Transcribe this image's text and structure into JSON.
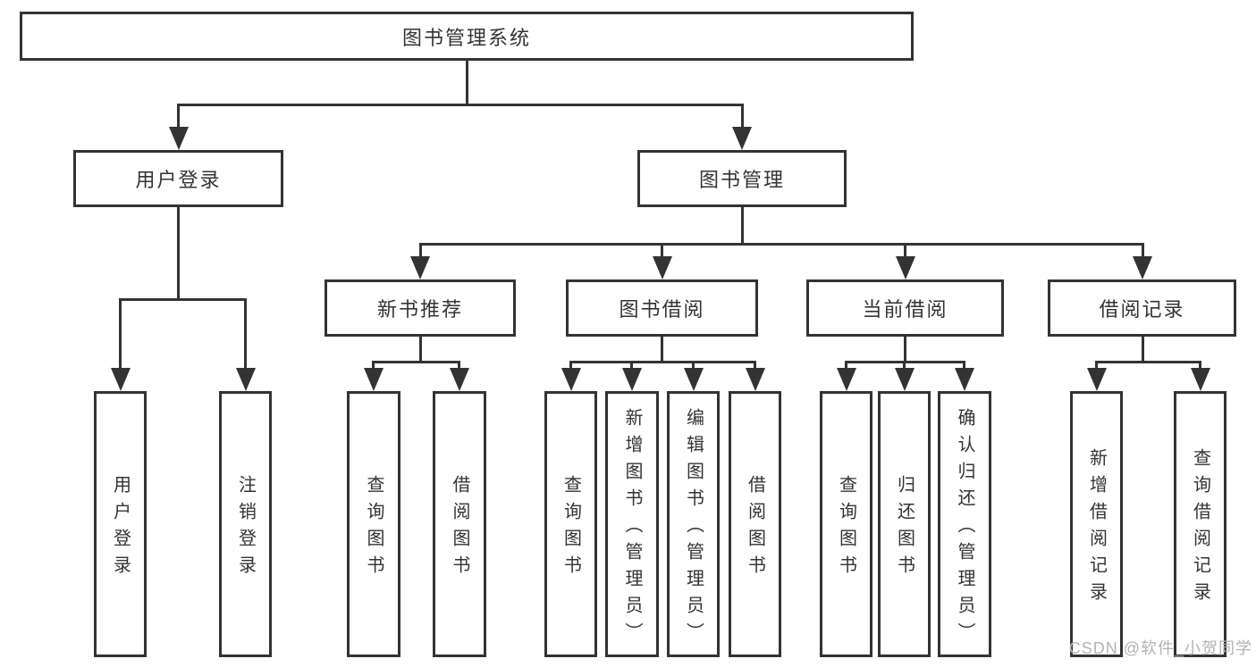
{
  "diagram": {
    "title": "图书管理系统",
    "watermark": "CSDN @软件_小贺同学",
    "colors": {
      "line": "#333333",
      "text": "#333333",
      "watermark": "#b3b3b3",
      "background": "#ffffff"
    },
    "nodes": {
      "root": {
        "label": "图书管理系统"
      },
      "user_login": {
        "label": "用户登录"
      },
      "book_mgmt": {
        "label": "图书管理"
      },
      "new_book_rec": {
        "label": "新书推荐"
      },
      "book_borrow": {
        "label": "图书借阅"
      },
      "current_borrow": {
        "label": "当前借阅"
      },
      "borrow_records": {
        "label": "借阅记录"
      },
      "leaf_user_login": {
        "label": "用户登录"
      },
      "leaf_logout": {
        "label": "注销登录"
      },
      "leaf_nb_query": {
        "label": "查询图书"
      },
      "leaf_nb_borrow": {
        "label": "借阅图书"
      },
      "leaf_bb_query": {
        "label": "查询图书"
      },
      "leaf_bb_add": {
        "label": "新增图书（管理员）"
      },
      "leaf_bb_edit": {
        "label": "编辑图书（管理员）"
      },
      "leaf_bb_borrow": {
        "label": "借阅图书"
      },
      "leaf_cb_query": {
        "label": "查询图书"
      },
      "leaf_cb_return": {
        "label": "归还图书"
      },
      "leaf_cb_confirm": {
        "label": "确认归还（管理员）"
      },
      "leaf_br_add": {
        "label": "新增借阅记录"
      },
      "leaf_br_query": {
        "label": "查询借阅记录"
      }
    },
    "edges": [
      [
        "root",
        "user_login"
      ],
      [
        "root",
        "book_mgmt"
      ],
      [
        "user_login",
        "leaf_user_login"
      ],
      [
        "user_login",
        "leaf_logout"
      ],
      [
        "book_mgmt",
        "new_book_rec"
      ],
      [
        "book_mgmt",
        "book_borrow"
      ],
      [
        "book_mgmt",
        "current_borrow"
      ],
      [
        "book_mgmt",
        "borrow_records"
      ],
      [
        "new_book_rec",
        "leaf_nb_query"
      ],
      [
        "new_book_rec",
        "leaf_nb_borrow"
      ],
      [
        "book_borrow",
        "leaf_bb_query"
      ],
      [
        "book_borrow",
        "leaf_bb_add"
      ],
      [
        "book_borrow",
        "leaf_bb_edit"
      ],
      [
        "book_borrow",
        "leaf_bb_borrow"
      ],
      [
        "current_borrow",
        "leaf_cb_query"
      ],
      [
        "current_borrow",
        "leaf_cb_return"
      ],
      [
        "current_borrow",
        "leaf_cb_confirm"
      ],
      [
        "borrow_records",
        "leaf_br_add"
      ],
      [
        "borrow_records",
        "leaf_br_query"
      ]
    ]
  }
}
